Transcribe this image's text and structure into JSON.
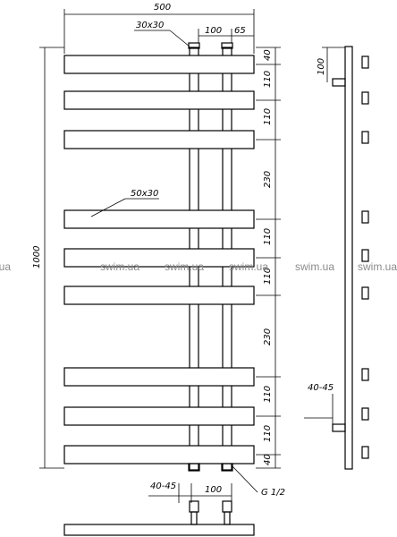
{
  "drawing": {
    "dims": {
      "overall_width": "500",
      "tube_size": "30x30",
      "spacing_100": "100",
      "dist_65": "65",
      "overall_height": "1000",
      "bar_size": "50x30",
      "vertical_segments": [
        "40",
        "110",
        "110",
        "230",
        "110",
        "110",
        "230",
        "110",
        "110",
        "40"
      ],
      "side_offset": "100",
      "side_wall_gap": "40-45",
      "bottom_wall_gap": "40-45",
      "bottom_spacing": "100",
      "connection_thread": "G 1/2"
    },
    "watermark": "swim.ua"
  }
}
